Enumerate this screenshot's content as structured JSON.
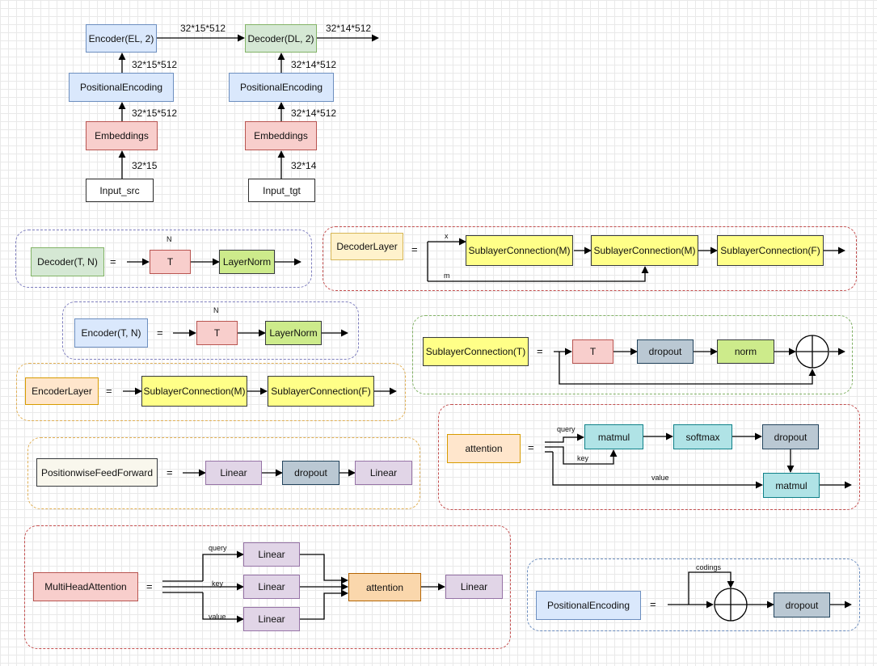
{
  "overview": {
    "encoder": "Encoder(EL, 2)",
    "decoder": "Decoder(DL, 2)",
    "pe_src": "PositionalEncoding",
    "pe_tgt": "PositionalEncoding",
    "emb_src": "Embeddings",
    "emb_tgt": "Embeddings",
    "input_src": "Input_src",
    "input_tgt": "Input_tgt",
    "dim_enc_out": "32*15*512",
    "dim_dec_out": "32*14*512",
    "dim_src_pe": "32*15*512",
    "dim_src_emb": "32*15*512",
    "dim_src_in": "32*15",
    "dim_tgt_pe": "32*14*512",
    "dim_tgt_emb": "32*14*512",
    "dim_tgt_in": "32*14"
  },
  "decoder_def": {
    "name": "Decoder(T, N)",
    "eq": "=",
    "n": "N",
    "t": "T",
    "norm": "LayerNorm"
  },
  "encoder_def": {
    "name": "Encoder(T, N)",
    "eq": "=",
    "n": "N",
    "t": "T",
    "norm": "LayerNorm"
  },
  "decoder_layer": {
    "name": "DecoderLayer",
    "eq": "=",
    "x": "x",
    "m": "m",
    "slc_m1": "SublayerConnection(M)",
    "slc_m2": "SublayerConnection(M)",
    "slc_f": "SublayerConnection(F)"
  },
  "encoder_layer": {
    "name": "EncoderLayer",
    "eq": "=",
    "slc_m": "SublayerConnection(M)",
    "slc_f": "SublayerConnection(F)"
  },
  "sublayer_connection": {
    "name": "SublayerConnection(T)",
    "eq": "=",
    "t": "T",
    "dropout": "dropout",
    "norm": "norm"
  },
  "ffn": {
    "name": "PositionwiseFeedForward",
    "eq": "=",
    "linear1": "Linear",
    "dropout": "dropout",
    "linear2": "Linear"
  },
  "attention": {
    "name": "attention",
    "eq": "=",
    "query": "query",
    "key": "key",
    "value": "value",
    "matmul1": "matmul",
    "softmax": "softmax",
    "dropout": "dropout",
    "matmul2": "matmul"
  },
  "mha": {
    "name": "MultiHeadAttention",
    "eq": "=",
    "query": "query",
    "key": "key",
    "value": "value",
    "lin_q": "Linear",
    "lin_k": "Linear",
    "lin_v": "Linear",
    "attention": "attention",
    "lin_out": "Linear"
  },
  "positional_encoding": {
    "name": "PositionalEncoding",
    "eq": "=",
    "codings": "codings",
    "dropout": "dropout"
  }
}
